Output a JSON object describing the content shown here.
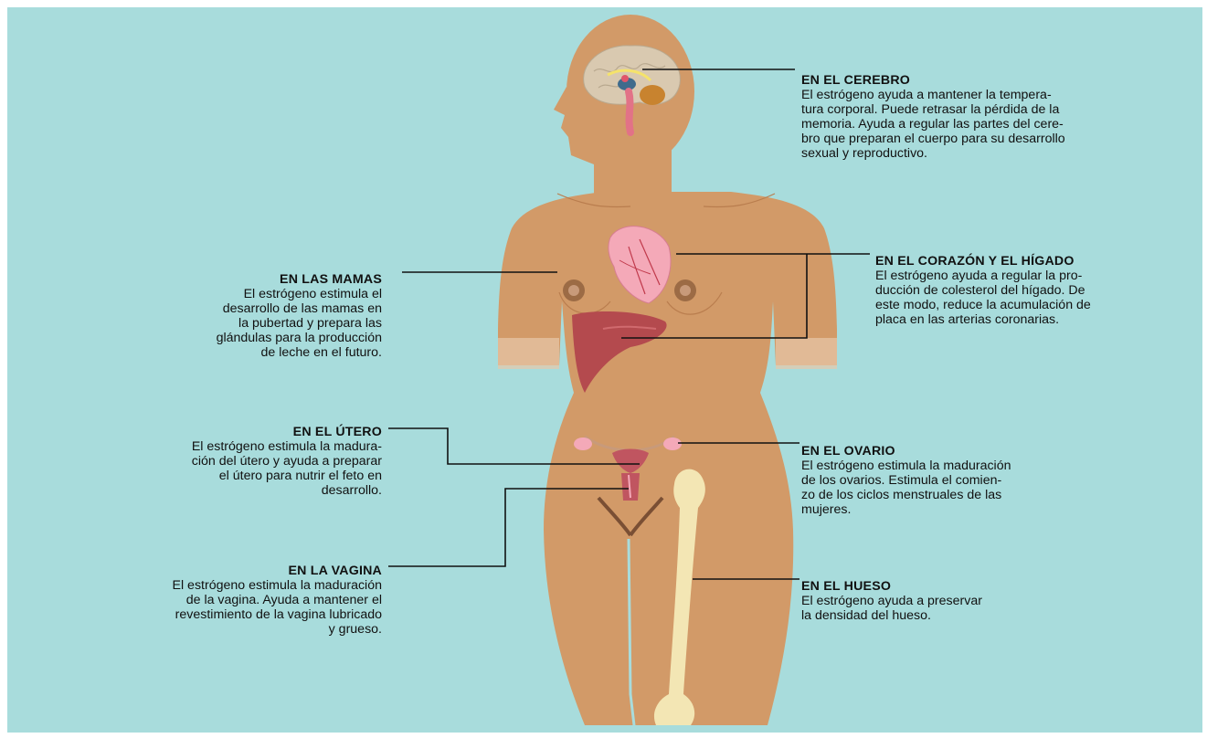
{
  "colors": {
    "background": "#a8dcdc",
    "skin": "#d29a68",
    "skin_shadow": "#b97d4e",
    "leader_line": "#111111",
    "heart": "#f4a9b8",
    "liver": "#b44a4e",
    "uterus": "#c05560",
    "bone": "#f3e6b4",
    "brain": "#d9c9b0"
  },
  "icons": [
    "brain-icon",
    "heart-icon",
    "liver-icon",
    "uterus-icon",
    "ovary-icon",
    "vagina-icon",
    "femur-bone-icon"
  ],
  "labels": {
    "cerebro": {
      "title": "EN EL CEREBRO",
      "text": "El estrógeno ayuda a mantener la tempera-\ntura corporal. Puede retrasar la pérdida de la\nmemoria. Ayuda a regular las partes del cere-\nbro que preparan el cuerpo para su desarrollo\nsexual y reproductivo."
    },
    "corazon_higado": {
      "title": "EN EL CORAZÓN Y EL HÍGADO",
      "text": "El estrógeno ayuda a regular la pro-\nducción de colesterol del hígado. De\neste modo, reduce la acumulación de\nplaca en las arterias coronarias."
    },
    "mamas": {
      "title": "EN LAS MAMAS",
      "text": "El estrógeno estimula el\ndesarrollo de las mamas en\nla pubertad y prepara las\nglándulas para la producción\nde leche en el futuro."
    },
    "utero": {
      "title": "EN EL ÚTERO",
      "text": "El estrógeno estimula la madura-\nción del útero y ayuda a preparar\nel útero para nutrir el feto en\ndesarrollo."
    },
    "ovario": {
      "title": "EN EL OVARIO",
      "text": "El estrógeno estimula la maduración\nde los ovarios. Estimula el comien-\nzo de los ciclos menstruales de las\nmujeres."
    },
    "vagina": {
      "title": "EN LA VAGINA",
      "text": "El estrógeno estimula la maduración\nde la vagina. Ayuda a mantener el\nrevestimiento de la vagina lubricado\ny grueso."
    },
    "hueso": {
      "title": "EN EL HUESO",
      "text": "El estrógeno ayuda a preservar\nla densidad del hueso."
    }
  }
}
